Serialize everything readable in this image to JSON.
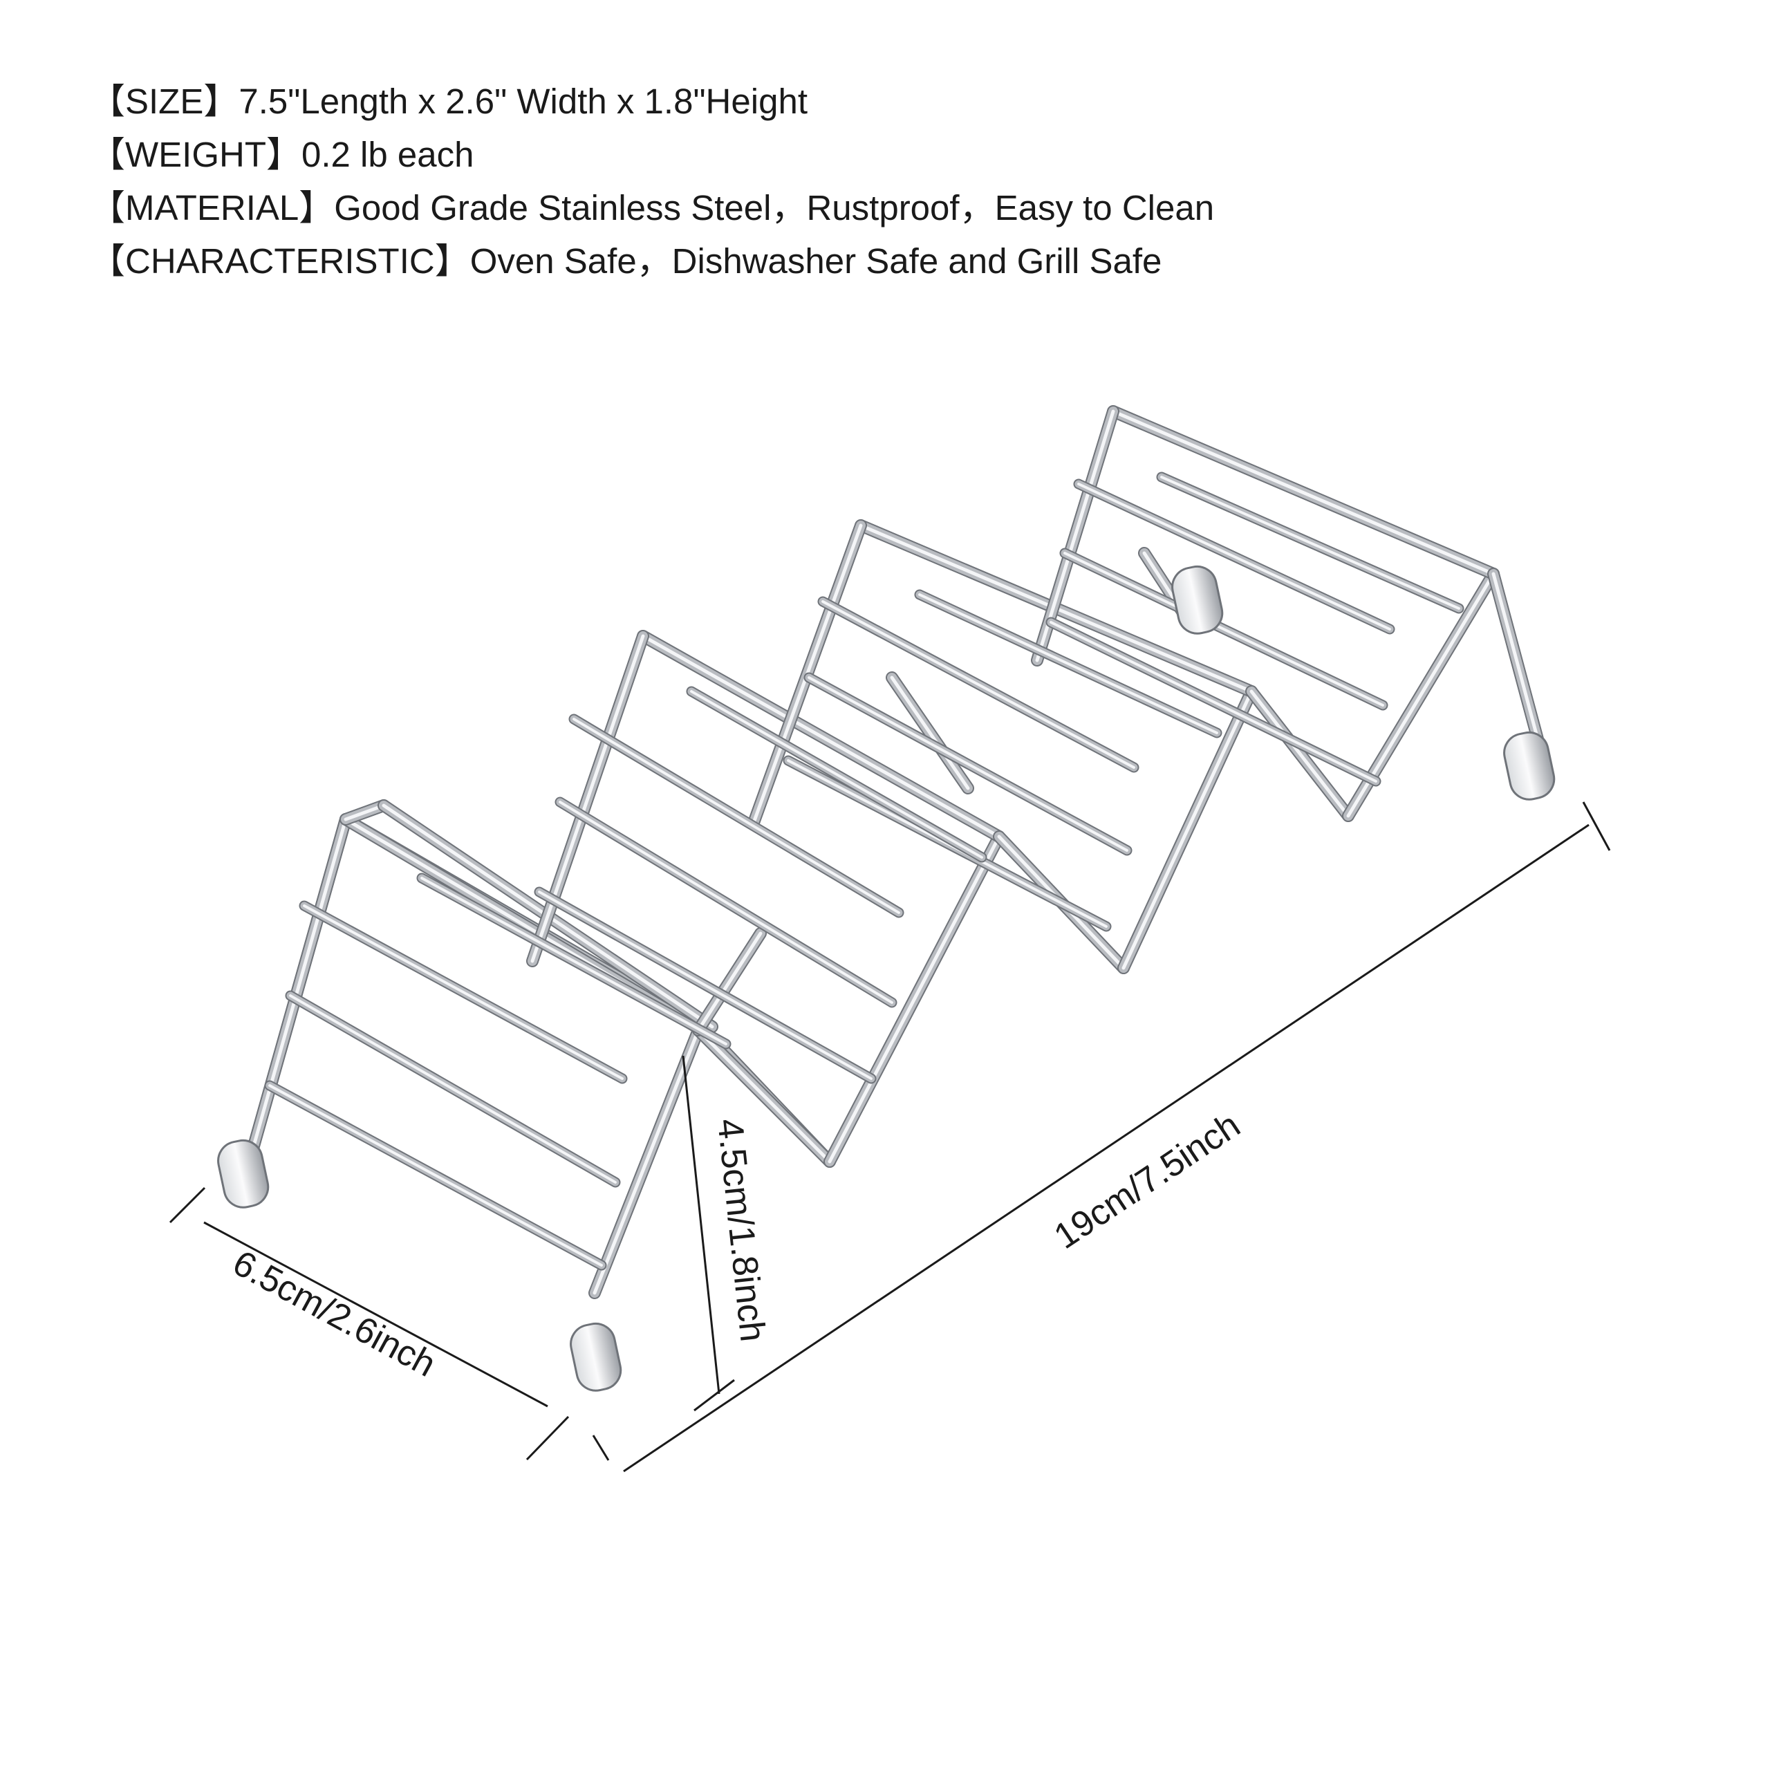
{
  "specs": [
    {
      "label": "【SIZE】",
      "value": "7.5\"Length x 2.6\" Width x 1.8\"Height"
    },
    {
      "label": "【WEIGHT】",
      "value": "0.2 lb each"
    },
    {
      "label": "【MATERIAL】",
      "value": "Good Grade Stainless Steel，Rustproof，Easy to Clean"
    },
    {
      "label": "【CHARACTERISTIC】",
      "value": "Oven Safe，Dishwasher Safe and Grill Safe"
    }
  ],
  "dimensions": {
    "width": "6.5cm/2.6inch",
    "height": "4.5cm/1.8inch",
    "length": "19cm/7.5inch"
  },
  "colors": {
    "steel": "#b9bcc1",
    "steel_highlight": "#f4f5f7",
    "steel_shadow": "#6f7379",
    "text": "#1a1a1a"
  }
}
